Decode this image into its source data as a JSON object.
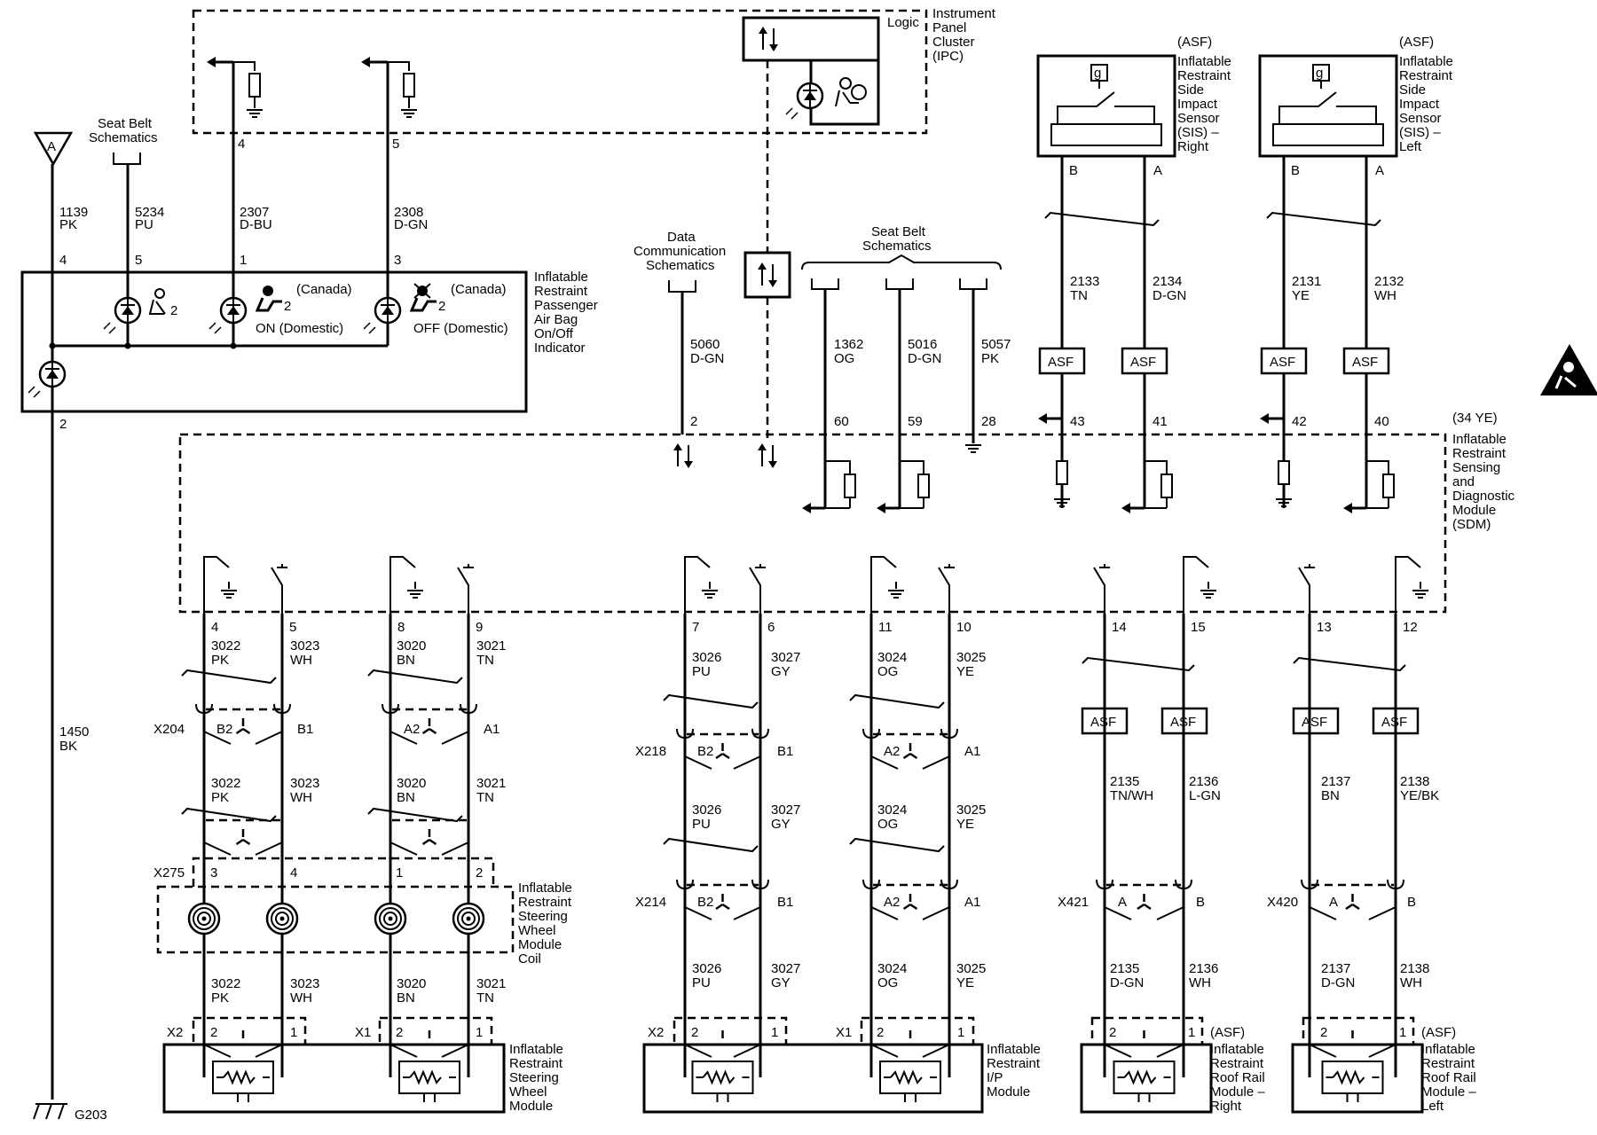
{
  "top": {
    "seatbelt_schem": [
      "Seat Belt",
      "Schematics"
    ],
    "connector_a": "A",
    "ipc_logic": "Logic",
    "ipc_label": [
      "Instrument",
      "Panel",
      "Cluster",
      "(IPC)"
    ],
    "ipc_pin_4": "4",
    "ipc_pin_5": "5"
  },
  "pad_wires": [
    {
      "num": "1139",
      "color": "PK",
      "pin": "4"
    },
    {
      "num": "5234",
      "color": "PU",
      "pin": "5"
    },
    {
      "num": "2307",
      "color": "D-BU",
      "pin": "1"
    },
    {
      "num": "2308",
      "color": "D-GN",
      "pin": "3"
    }
  ],
  "pad": {
    "label": [
      "Inflatable",
      "Restraint",
      "Passenger",
      "Air Bag",
      "On/Off",
      "Indicator"
    ],
    "canada_1": "(Canada)",
    "canada_2": "(Canada)",
    "on_domestic": "ON (Domestic)",
    "off_domestic": "OFF (Domestic)",
    "sub2": "2",
    "pin_2": "2"
  },
  "datacomm": {
    "label": [
      "Data",
      "Communication",
      "Schematics"
    ],
    "wire_num": "5060",
    "wire_color": "D-GN",
    "pin": "2"
  },
  "seatbelt_group": {
    "label": [
      "Seat Belt",
      "Schematics"
    ],
    "wires": [
      {
        "num": "1362",
        "color": "OG",
        "pin": "60"
      },
      {
        "num": "5016",
        "color": "D-GN",
        "pin": "59"
      },
      {
        "num": "5057",
        "color": "PK",
        "pin": "28"
      }
    ]
  },
  "sis_right": {
    "asf": "(ASF)",
    "g": "g",
    "label": [
      "Inflatable",
      "Restraint",
      "Side",
      "Impact",
      "Sensor",
      "(SIS) –",
      "Right"
    ],
    "pin_b": "B",
    "pin_a": "A",
    "wires": [
      {
        "num": "2133",
        "color": "TN",
        "pin": "43"
      },
      {
        "num": "2134",
        "color": "D-GN",
        "pin": "41"
      }
    ]
  },
  "sis_left": {
    "asf": "(ASF)",
    "g": "g",
    "label": [
      "Inflatable",
      "Restraint",
      "Side",
      "Impact",
      "Sensor",
      "(SIS) –",
      "Left"
    ],
    "pin_b": "B",
    "pin_a": "A",
    "wires": [
      {
        "num": "2131",
        "color": "YE",
        "pin": "42"
      },
      {
        "num": "2132",
        "color": "WH",
        "pin": "40"
      }
    ]
  },
  "asf": "ASF",
  "sdm": {
    "connector": "(34 YE)",
    "label": [
      "Inflatable",
      "Restraint",
      "Sensing",
      "and",
      "Diagnostic",
      "Module",
      "(SDM)"
    ]
  },
  "sdm_out_pins": [
    "4",
    "5",
    "8",
    "9",
    "7",
    "6",
    "11",
    "10",
    "14",
    "15",
    "13",
    "12"
  ],
  "steering": {
    "wires_top": [
      {
        "num": "3022",
        "color": "PK"
      },
      {
        "num": "3023",
        "color": "WH"
      },
      {
        "num": "3020",
        "color": "BN"
      },
      {
        "num": "3021",
        "color": "TN"
      }
    ],
    "x204": "X204",
    "x204_pins": [
      "B2",
      "B1",
      "A2",
      "A1"
    ],
    "wires_mid": [
      {
        "num": "3022",
        "color": "PK"
      },
      {
        "num": "3023",
        "color": "WH"
      },
      {
        "num": "3020",
        "color": "BN"
      },
      {
        "num": "3021",
        "color": "TN"
      }
    ],
    "x275": "X275",
    "x275_pins": [
      "3",
      "4",
      "1",
      "2"
    ],
    "coil_label": [
      "Inflatable",
      "Restraint",
      "Steering",
      "Wheel",
      "Module",
      "Coil"
    ],
    "wires_bot": [
      {
        "num": "3022",
        "color": "PK"
      },
      {
        "num": "3023",
        "color": "WH"
      },
      {
        "num": "3020",
        "color": "BN"
      },
      {
        "num": "3021",
        "color": "TN"
      }
    ],
    "x2": "X2",
    "x1": "X1",
    "module_pins": [
      "2",
      "1",
      "2",
      "1"
    ],
    "module_label": [
      "Inflatable",
      "Restraint",
      "Steering",
      "Wheel",
      "Module"
    ]
  },
  "ip": {
    "wires_top": [
      {
        "num": "3026",
        "color": "PU"
      },
      {
        "num": "3027",
        "color": "GY"
      },
      {
        "num": "3024",
        "color": "OG"
      },
      {
        "num": "3025",
        "color": "YE"
      }
    ],
    "x218": "X218",
    "x218_pins": [
      "B2",
      "B1",
      "A2",
      "A1"
    ],
    "wires_mid": [
      {
        "num": "3026",
        "color": "PU"
      },
      {
        "num": "3027",
        "color": "GY"
      },
      {
        "num": "3024",
        "color": "OG"
      },
      {
        "num": "3025",
        "color": "YE"
      }
    ],
    "x214": "X214",
    "x214_pins": [
      "B2",
      "B1",
      "A2",
      "A1"
    ],
    "wires_bot": [
      {
        "num": "3026",
        "color": "PU"
      },
      {
        "num": "3027",
        "color": "GY"
      },
      {
        "num": "3024",
        "color": "OG"
      },
      {
        "num": "3025",
        "color": "YE"
      }
    ],
    "x2": "X2",
    "x1": "X1",
    "module_pins": [
      "2",
      "1",
      "2",
      "1"
    ],
    "module_label": [
      "Inflatable",
      "Restraint",
      "I/P",
      "Module"
    ]
  },
  "roof_right": {
    "wires_top": [
      {
        "num": "2135",
        "color": "TN/WH"
      },
      {
        "num": "2136",
        "color": "L-GN"
      }
    ],
    "conn": "X421",
    "conn_pins": [
      "A",
      "B"
    ],
    "wires_bot": [
      {
        "num": "2135",
        "color": "D-GN"
      },
      {
        "num": "2136",
        "color": "WH"
      }
    ],
    "module_pins": [
      "2",
      "1"
    ],
    "asf": "(ASF)",
    "label": [
      "Inflatable",
      "Restraint",
      "Roof Rail",
      "Module –",
      "Right"
    ]
  },
  "roof_left": {
    "wires_top": [
      {
        "num": "2137",
        "color": "BN"
      },
      {
        "num": "2138",
        "color": "YE/BK"
      }
    ],
    "conn": "X420",
    "conn_pins": [
      "A",
      "B"
    ],
    "wires_bot": [
      {
        "num": "2137",
        "color": "D-GN"
      },
      {
        "num": "2138",
        "color": "WH"
      }
    ],
    "module_pins": [
      "2",
      "1"
    ],
    "asf": "(ASF)",
    "label": [
      "Inflatable",
      "Restraint",
      "Roof Rail",
      "Module –",
      "Left"
    ]
  },
  "ground_wire": {
    "num": "1450",
    "color": "BK",
    "ground": "G203"
  }
}
